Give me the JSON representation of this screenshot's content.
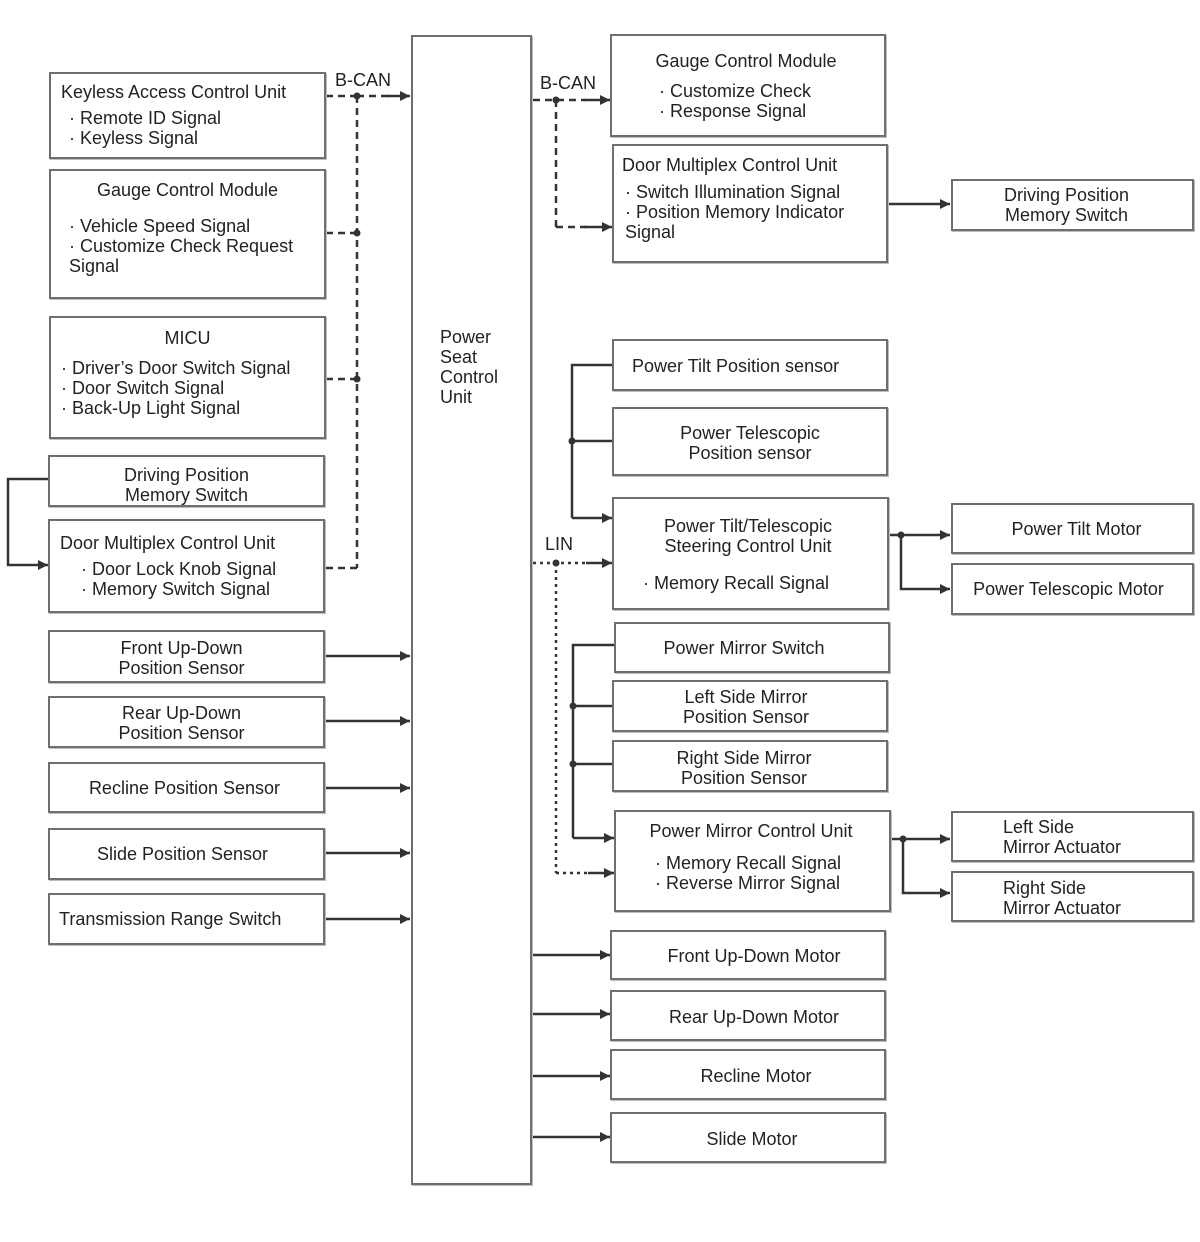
{
  "bus": {
    "bcan_left": "B-CAN",
    "bcan_right": "B-CAN",
    "lin": "LIN"
  },
  "center": {
    "title": "Power\nSeat\nControl\nUnit"
  },
  "left": {
    "keyless": {
      "title": "Keyless Access Control Unit",
      "signals": "· Remote ID Signal\n· Keyless Signal"
    },
    "gauge": {
      "title": "Gauge Control Module",
      "signals": "· Vehicle Speed Signal\n· Customize Check Request\nSignal"
    },
    "micu": {
      "title": "MICU",
      "signals": "· Driver’s Door Switch Signal\n· Door Switch Signal\n· Back-Up Light Signal"
    },
    "dpms": {
      "title": "Driving Position\nMemory Switch"
    },
    "dmcu": {
      "title": "Door Multiplex Control Unit",
      "signals": "· Door Lock Knob Signal\n· Memory Switch Signal"
    },
    "front_sensor": {
      "title": "Front Up-Down\nPosition Sensor"
    },
    "rear_sensor": {
      "title": "Rear Up-Down\nPosition Sensor"
    },
    "recline_sensor": {
      "title": "Recline Position Sensor"
    },
    "slide_sensor": {
      "title": "Slide Position Sensor"
    },
    "trans_switch": {
      "title": "Transmission Range Switch"
    }
  },
  "right": {
    "gauge": {
      "title": "Gauge Control Module",
      "signals": "· Customize Check\n· Response Signal"
    },
    "dmcu": {
      "title": "Door Multiplex Control Unit",
      "signals": "· Switch Illumination Signal\n· Position Memory Indicator\nSignal"
    },
    "dpms": {
      "title": "Driving Position\nMemory Switch"
    },
    "tilt_sensor": {
      "title": "Power Tilt Position sensor"
    },
    "tele_sensor": {
      "title": "Power Telescopic\nPosition sensor"
    },
    "steer_cu": {
      "title": "Power Tilt/Telescopic\nSteering Control Unit",
      "signals": "· Memory Recall Signal"
    },
    "tilt_motor": {
      "title": "Power Tilt Motor"
    },
    "tele_motor": {
      "title": "Power Telescopic Motor"
    },
    "mirror_switch": {
      "title": "Power Mirror Switch"
    },
    "left_mirror_sensor": {
      "title": "Left Side Mirror\nPosition Sensor"
    },
    "right_mirror_sensor": {
      "title": "Right Side Mirror\nPosition Sensor"
    },
    "mirror_cu": {
      "title": "Power Mirror Control Unit",
      "signals": "· Memory Recall Signal\n· Reverse Mirror Signal"
    },
    "left_actuator": {
      "title": "Left Side\nMirror Actuator"
    },
    "right_actuator": {
      "title": "Right Side\nMirror Actuator"
    },
    "front_motor": {
      "title": "Front Up-Down Motor"
    },
    "rear_motor": {
      "title": "Rear Up-Down Motor"
    },
    "recline_motor": {
      "title": "Recline Motor"
    },
    "slide_motor": {
      "title": "Slide Motor"
    }
  }
}
